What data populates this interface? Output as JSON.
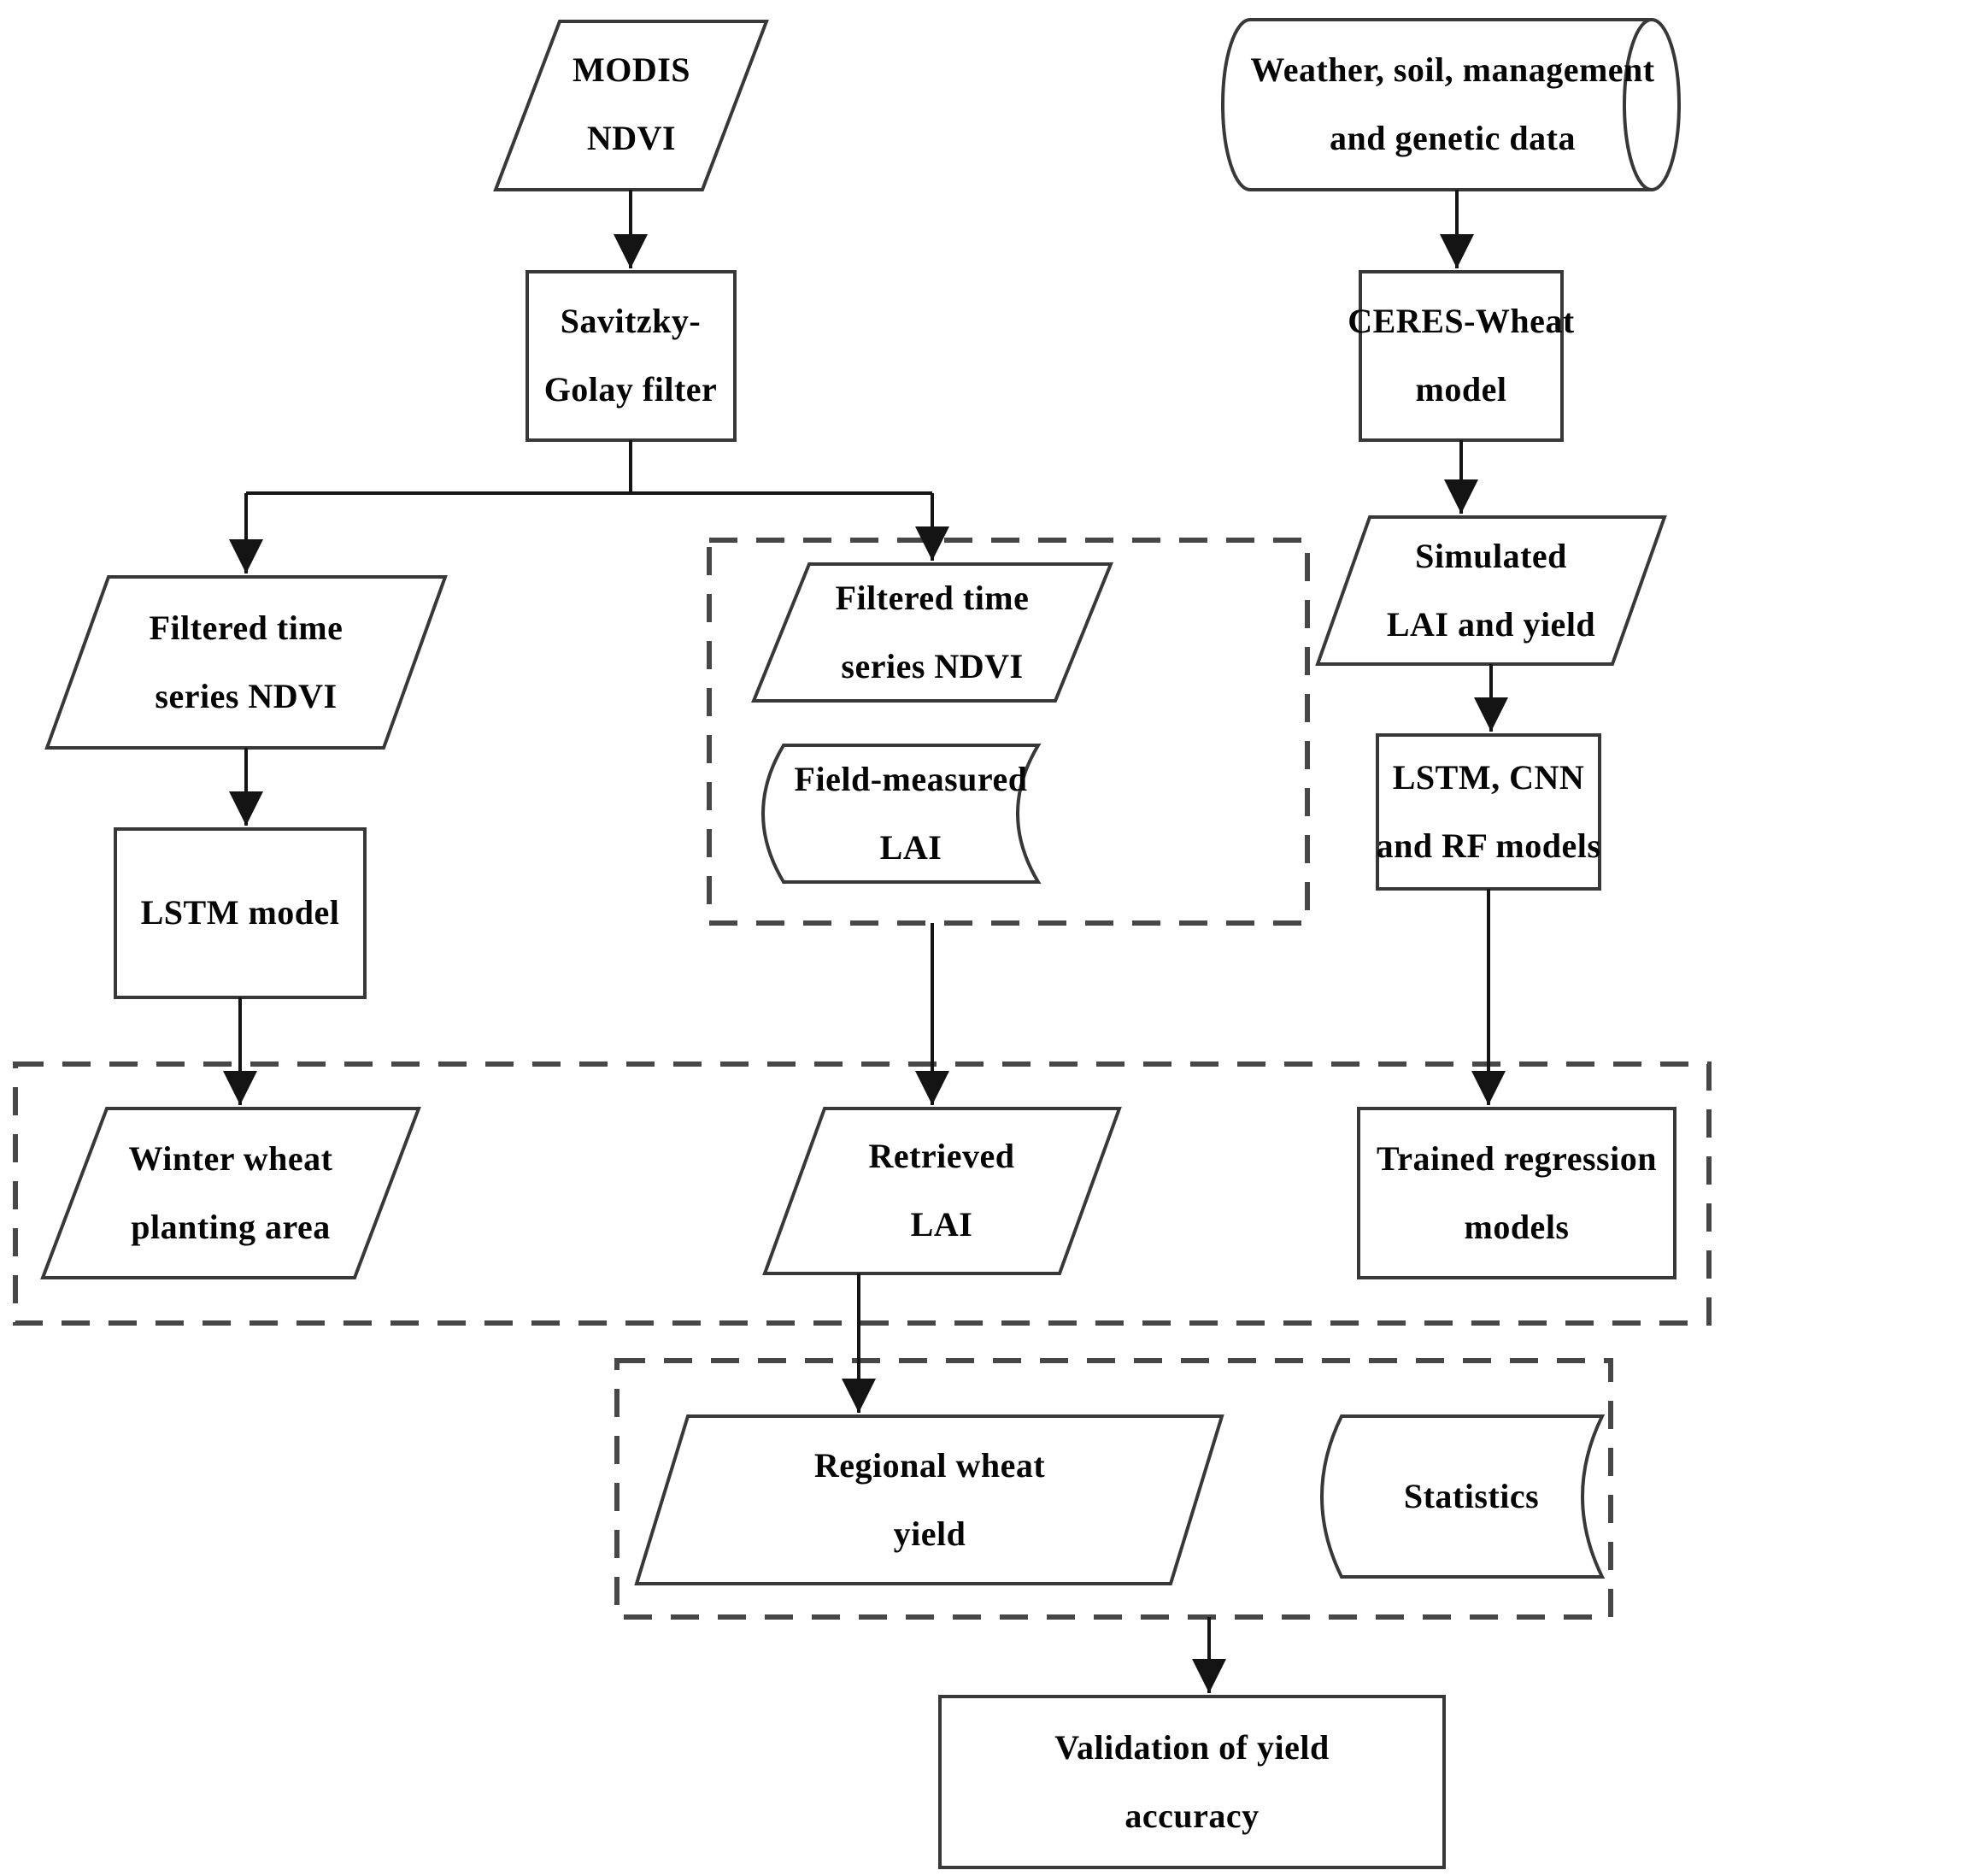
{
  "figure": {
    "type": "flowchart",
    "background_color": "#ffffff",
    "shape_fill_color": "#ffffff",
    "shape_border_color": "#383838",
    "connector_color": "#141414",
    "dashed_group_border_color": "#474747",
    "text_color": "#050505"
  },
  "nodes": {
    "modis_ndvi": {
      "label": "MODIS\nNDVI",
      "shape": "parallelogram"
    },
    "weather_data": {
      "label": "Weather, soil, management\nand genetic data",
      "shape": "cylinder"
    },
    "sg_filter": {
      "label": "Savitzky-\nGolay filter",
      "shape": "rectangle"
    },
    "ceres_wheat": {
      "label": "CERES-Wheat\nmodel",
      "shape": "rectangle"
    },
    "filtered_ndvi_left": {
      "label": "Filtered time\nseries NDVI",
      "shape": "parallelogram"
    },
    "filtered_ndvi_mid": {
      "label": "Filtered time\nseries NDVI",
      "shape": "parallelogram"
    },
    "simulated_lai_yield": {
      "label": "Simulated\nLAI and yield",
      "shape": "parallelogram"
    },
    "field_measured_lai": {
      "label": "Field-measured\nLAI",
      "shape": "stored-data"
    },
    "lstm_model": {
      "label": "LSTM model",
      "shape": "rectangle"
    },
    "lstm_cnn_rf": {
      "label": "LSTM, CNN\nand RF models",
      "shape": "rectangle"
    },
    "winter_wheat_area": {
      "label": "Winter wheat\nplanting area",
      "shape": "parallelogram"
    },
    "retrieved_lai": {
      "label": "Retrieved\nLAI",
      "shape": "parallelogram"
    },
    "trained_regression": {
      "label": "Trained regression\nmodels",
      "shape": "rectangle"
    },
    "regional_wheat_yield": {
      "label": "Regional wheat\nyield",
      "shape": "parallelogram"
    },
    "statistics": {
      "label": "Statistics",
      "shape": "stored-data"
    },
    "validation": {
      "label": "Validation of yield\naccuracy",
      "shape": "rectangle"
    }
  },
  "groups": [
    {
      "id": "lai-retrieval-group",
      "style": "dashed",
      "contains": [
        "filtered_ndvi_mid",
        "field_measured_lai"
      ]
    },
    {
      "id": "intermediate-products-group",
      "style": "dashed",
      "contains": [
        "winter_wheat_area",
        "retrieved_lai",
        "trained_regression"
      ]
    },
    {
      "id": "yield-estimation-group",
      "style": "dashed",
      "contains": [
        "regional_wheat_yield",
        "statistics"
      ]
    }
  ],
  "edges": [
    {
      "from": "modis_ndvi",
      "to": "sg_filter"
    },
    {
      "from": "weather_data",
      "to": "ceres_wheat"
    },
    {
      "from": "sg_filter",
      "to": "filtered_ndvi_left"
    },
    {
      "from": "sg_filter",
      "to": "filtered_ndvi_mid"
    },
    {
      "from": "ceres_wheat",
      "to": "simulated_lai_yield"
    },
    {
      "from": "filtered_ndvi_left",
      "to": "lstm_model"
    },
    {
      "from": "simulated_lai_yield",
      "to": "lstm_cnn_rf"
    },
    {
      "from": "lstm_model",
      "to": "winter_wheat_area"
    },
    {
      "from": "lai-retrieval-group",
      "to": "retrieved_lai"
    },
    {
      "from": "lstm_cnn_rf",
      "to": "trained_regression"
    },
    {
      "from": "retrieved_lai",
      "to": "regional_wheat_yield"
    },
    {
      "from": "yield-estimation-group",
      "to": "validation"
    }
  ]
}
